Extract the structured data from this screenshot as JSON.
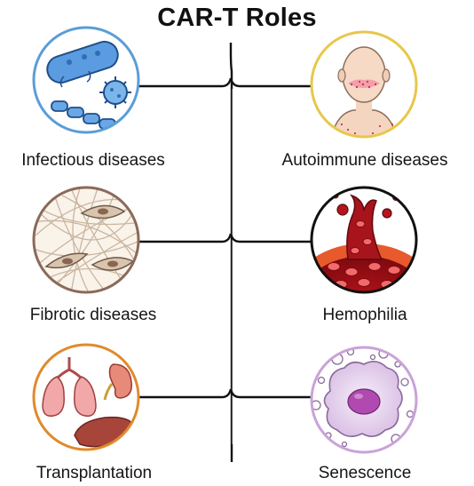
{
  "title": "CAR-T Roles",
  "items": {
    "infectious": {
      "label": "Infectious diseases",
      "icon": "microbes-icon",
      "ring_color": "#5a9ed6"
    },
    "autoimmune": {
      "label": "Autoimmune diseases",
      "icon": "inflamed-face-icon",
      "ring_color": "#e8c74a"
    },
    "fibrotic": {
      "label": "Fibrotic diseases",
      "icon": "fibrous-tissue-icon",
      "ring_color": "#8a6a5a"
    },
    "hemophilia": {
      "label": "Hemophilia",
      "icon": "bleeding-blood-cells-icon",
      "ring_color": "#b22222"
    },
    "transplantation": {
      "label": "Transplantation",
      "icon": "organs-icon",
      "ring_color": "#e08a2c"
    },
    "senescence": {
      "label": "Senescence",
      "icon": "senescent-cell-icon",
      "ring_color": "#c9a3d8"
    }
  },
  "colors": {
    "connector": "#111111"
  }
}
